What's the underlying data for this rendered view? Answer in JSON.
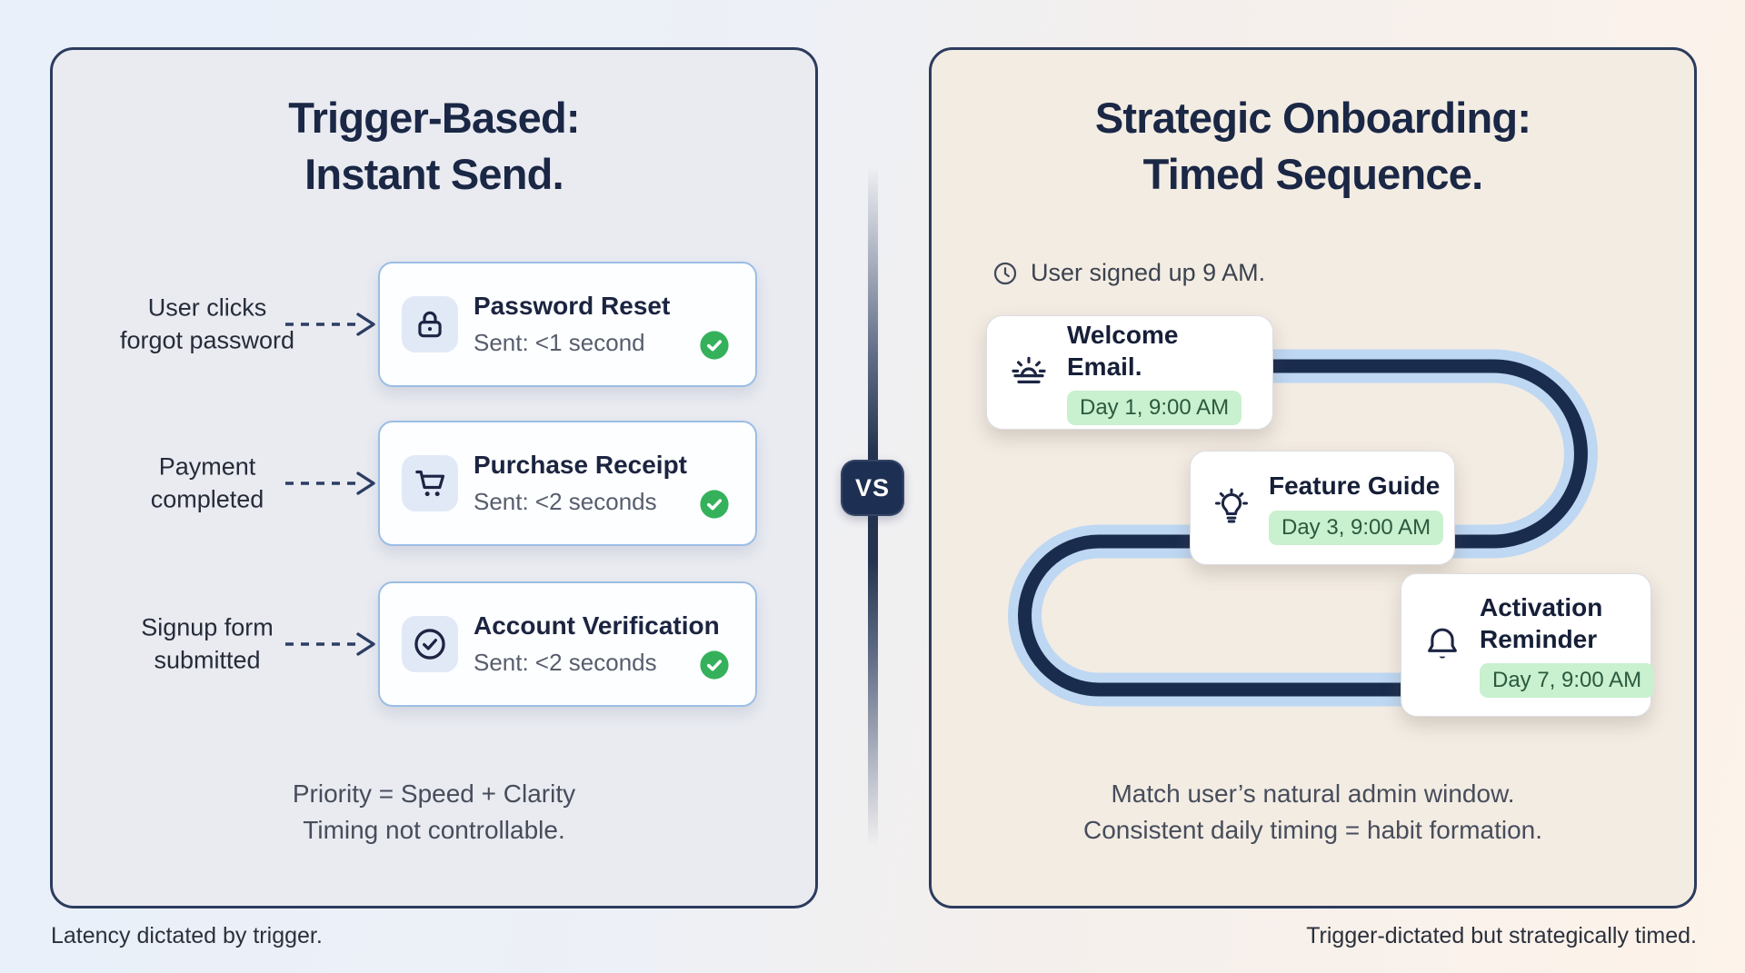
{
  "colors": {
    "navy": "#1d3053",
    "panel_border": "#2c3c5e",
    "left_panel_bg": "#e9ebf1",
    "right_panel_bg": "#f3ece3",
    "card_border_blue": "#9cbde5",
    "path_outer_blue": "#bed7f2",
    "path_inner_navy": "#1a2c4e",
    "success_green": "#35b15c",
    "badge_green_bg": "#c9f0cf",
    "badge_green_text": "#2b5a3e"
  },
  "left_panel": {
    "title_line1": "Trigger-Based:",
    "title_line2": "Instant Send.",
    "rows": [
      {
        "icon": "lock-icon",
        "trigger_line1": "User clicks",
        "trigger_line2": "forgot password",
        "card_title": "Password Reset",
        "card_subtitle": "Sent: <1 second",
        "status_icon": "check-circle-green-icon"
      },
      {
        "icon": "shopping-cart-icon",
        "trigger_line1": "Payment",
        "trigger_line2": "completed",
        "card_title": "Purchase Receipt",
        "card_subtitle": "Sent: <2 seconds",
        "status_icon": "check-circle-green-icon"
      },
      {
        "icon": "check-circle-icon",
        "trigger_line1": "Signup form",
        "trigger_line2": "submitted",
        "card_title": "Account Verification",
        "card_subtitle": "Sent: <2 seconds",
        "status_icon": "check-circle-green-icon"
      }
    ],
    "summary_line1": "Priority = Speed + Clarity",
    "summary_line2": "Timing not controllable.",
    "footnote": "Latency dictated by trigger."
  },
  "divider": {
    "badge_label": "VS"
  },
  "right_panel": {
    "title_line1": "Strategic Onboarding:",
    "title_line2": "Timed Sequence.",
    "signup_icon": "clock-icon",
    "signup_note": "User signed up 9 AM.",
    "steps": [
      {
        "icon": "sunrise-icon",
        "title": "Welcome Email.",
        "badge": "Day 1, 9:00 AM"
      },
      {
        "icon": "lightbulb-icon",
        "title": "Feature Guide",
        "badge": "Day 3, 9:00 AM"
      },
      {
        "icon": "bell-icon",
        "title": "Activation Reminder",
        "badge": "Day 7, 9:00 AM"
      }
    ],
    "summary_line1": "Match user’s natural admin window.",
    "summary_line2": "Consistent daily timing = habit formation.",
    "footnote": "Trigger-dictated but strategically timed."
  }
}
